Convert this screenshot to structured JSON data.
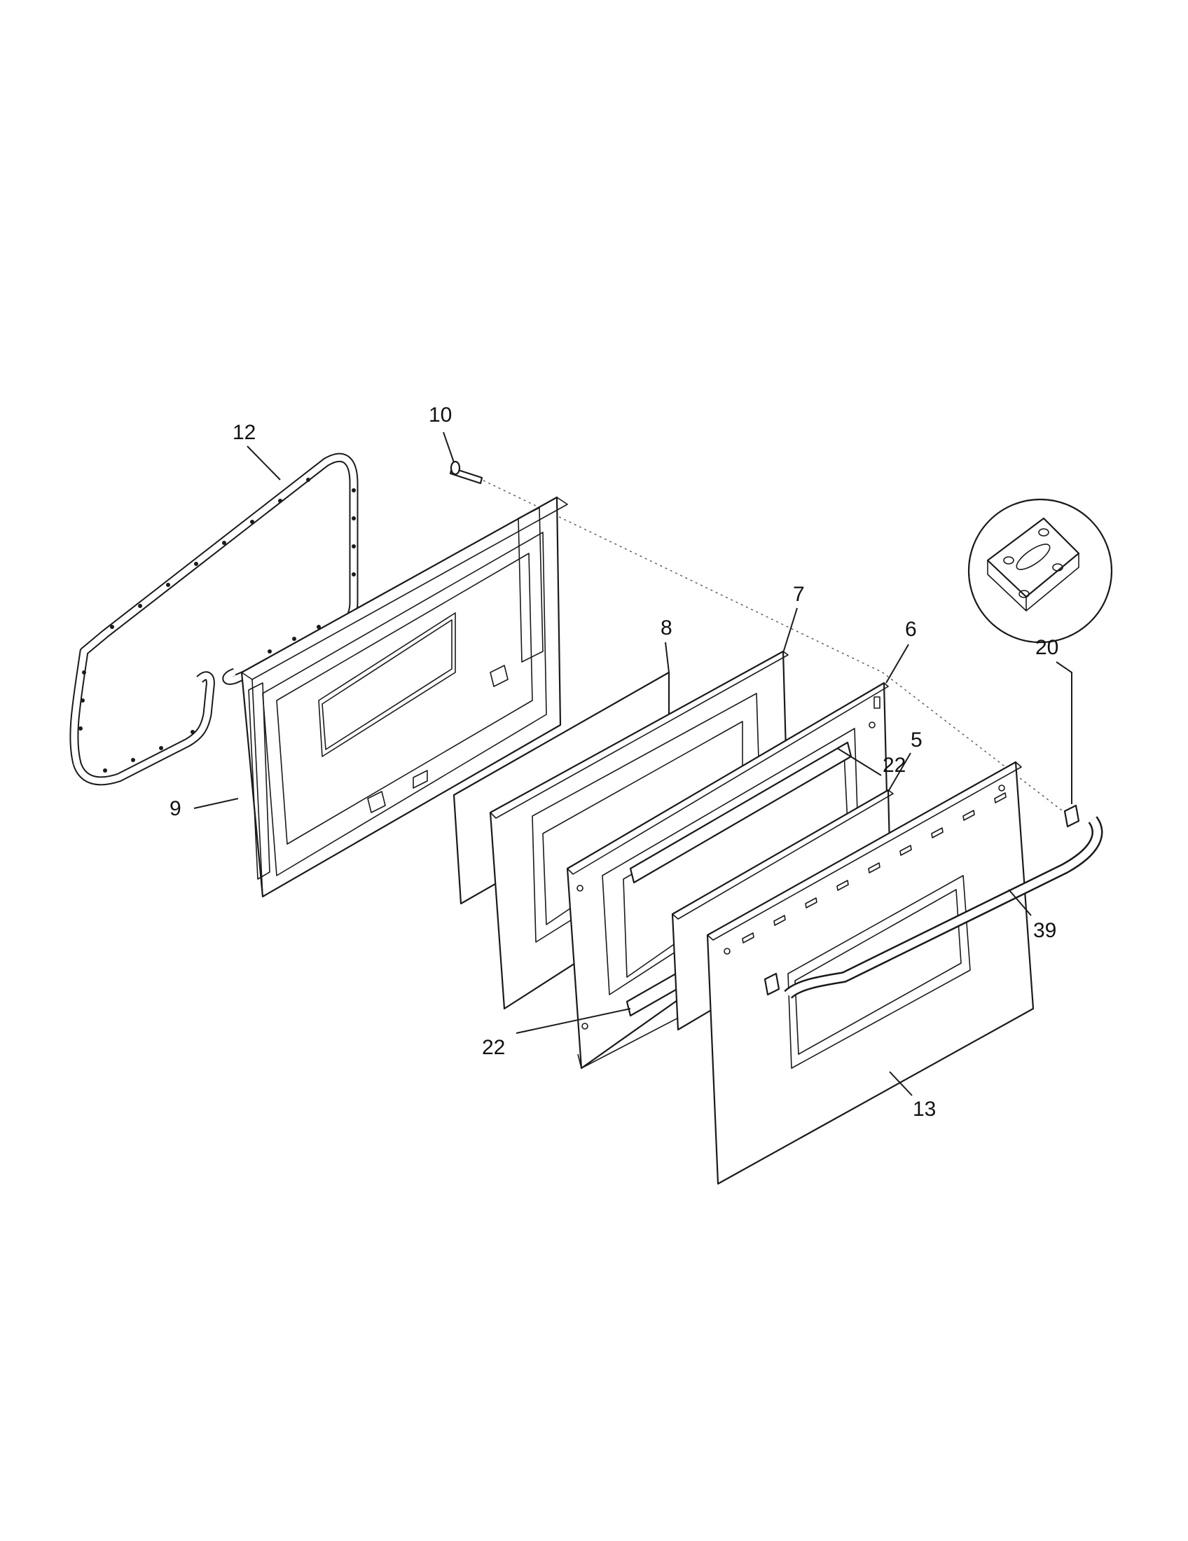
{
  "diagram": {
    "callouts": {
      "c12": "12",
      "c10": "10",
      "c7": "7",
      "c8": "8",
      "c6": "6",
      "c20": "20",
      "c22a": "22",
      "c5": "5",
      "c9": "9",
      "c39": "39",
      "c22b": "22",
      "c13": "13"
    },
    "parts": [
      {
        "id": "12",
        "name": "door-gasket"
      },
      {
        "id": "10",
        "name": "screw"
      },
      {
        "id": "9",
        "name": "inner-door-liner"
      },
      {
        "id": "8",
        "name": "insulation"
      },
      {
        "id": "7",
        "name": "glass-frame"
      },
      {
        "id": "6",
        "name": "door-panel-support"
      },
      {
        "id": "22",
        "name": "channel-bracket"
      },
      {
        "id": "5",
        "name": "inner-glass"
      },
      {
        "id": "13",
        "name": "outer-door-panel"
      },
      {
        "id": "39",
        "name": "door-handle"
      },
      {
        "id": "20",
        "name": "handle-mount-plate"
      }
    ]
  }
}
